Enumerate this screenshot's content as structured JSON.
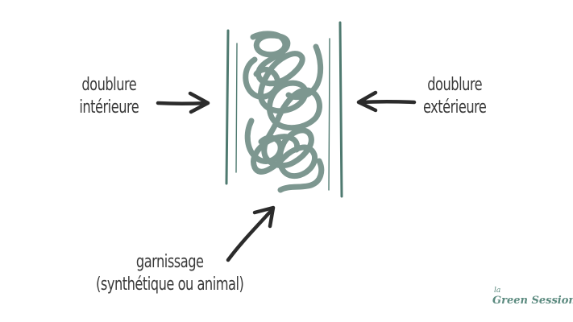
{
  "labels": {
    "inner_line1": "doublure",
    "inner_line2": "intérieure",
    "outer_line1": "doublure",
    "outer_line2": "extérieure",
    "fill_line1": "garnissage",
    "fill_line2": "(synthétique ou animal)"
  },
  "logo": {
    "small": "la",
    "big": "Green Session"
  },
  "colors": {
    "ink": "#2b2b2b",
    "fiber": "#7d9790",
    "wall": "#4f7a70",
    "logo": "#5b8a7f"
  }
}
